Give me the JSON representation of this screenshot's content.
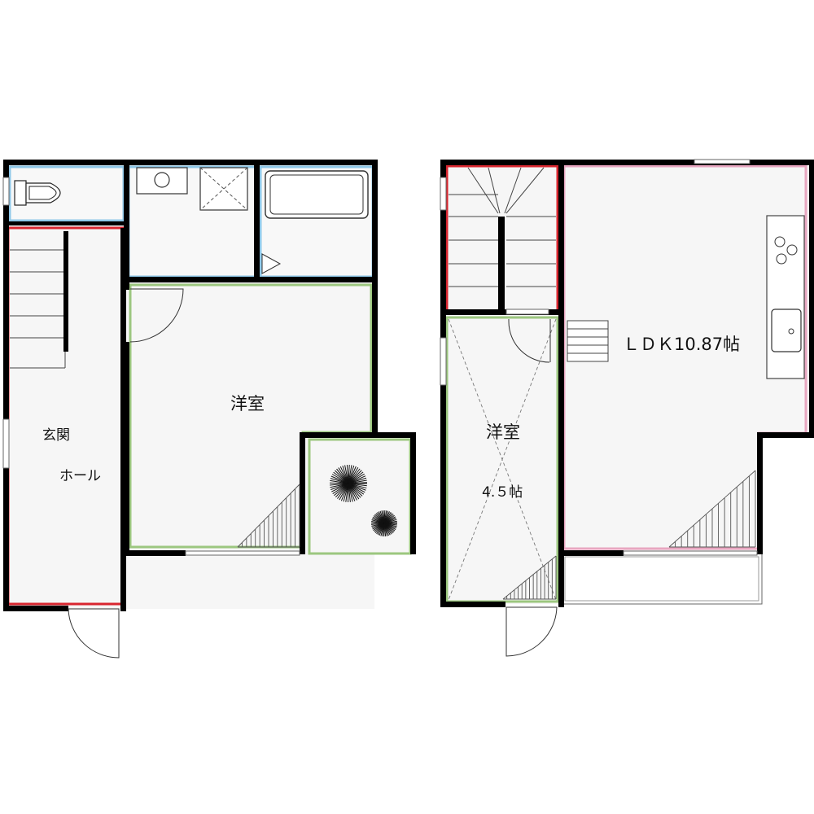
{
  "floor1": {
    "entrance_label": "玄関",
    "hall_label": "ホール",
    "western_room_label": "洋室"
  },
  "floor2": {
    "western_room_label": "洋室",
    "western_room_size": "4.５帖",
    "ldk_label": "ＬＤＫ10.87帖"
  },
  "colors": {
    "wall": "#000000",
    "stair_zone": "#d9262f",
    "wet_zone": "#8fc8e8",
    "room_zone": "#9cc77f",
    "ldk_zone": "#e8a6c0",
    "floor_fill": "#f6f6f6"
  }
}
